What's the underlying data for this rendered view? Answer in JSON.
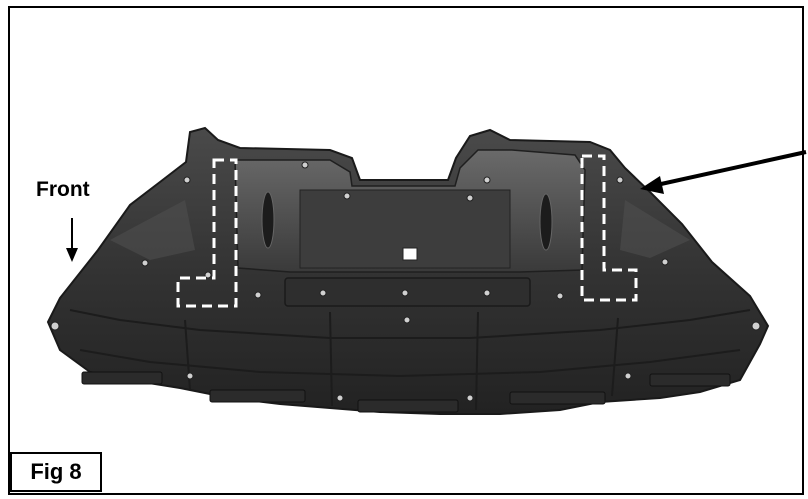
{
  "labels": {
    "front": "Front",
    "figure": "Fig 8"
  },
  "colors": {
    "border": "#000000",
    "part_dark": "#2a2a2a",
    "part_mid": "#3c3c3c",
    "part_light": "#575757",
    "highlight_box": "#ffffff",
    "arrow": "#000000"
  },
  "image": {
    "subject": "underbody-splash-shield-photo"
  }
}
